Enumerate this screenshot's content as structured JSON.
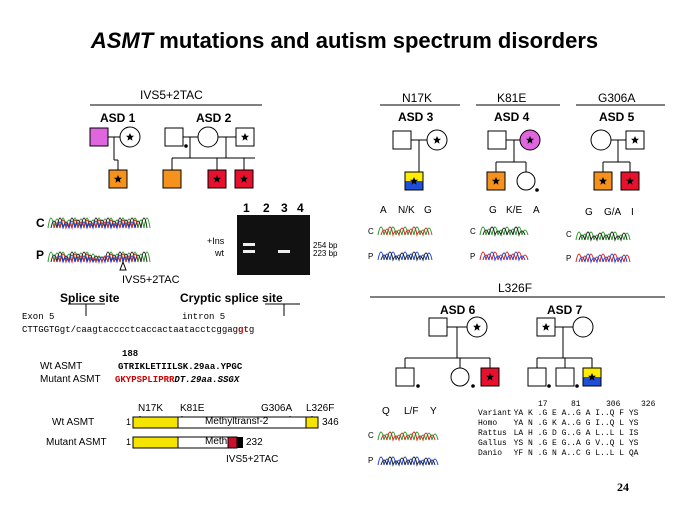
{
  "slide": {
    "title_gene": "ASMT",
    "title_rest": " mutations and autism spectrum disorders",
    "page_number": "24"
  },
  "left_panel": {
    "mutation": "IVS5+2TAC",
    "families": [
      {
        "name": "ASD 1"
      },
      {
        "name": "ASD 2"
      }
    ],
    "trace_labels": [
      "C",
      "P"
    ],
    "gel_lanes": [
      "1",
      "2",
      "3",
      "4"
    ],
    "gel_left_labels": [
      "+Ins",
      "wt"
    ],
    "gel_right_labels": [
      "254 bp",
      "223 bp"
    ],
    "trace_mutation_label": "IVS5+2TAC",
    "splice_site": "Splice site",
    "cryptic_splice_site": "Cryptic splice site",
    "exon_label": "Exon 5",
    "intron_label": "intron 5",
    "seq_part1": "CTTGGTGgt",
    "seq_part2": "/caagtacccctcaccactaatacctcggag",
    "seq_part3": "gt",
    "seq_part4": "g",
    "protein_position": "188",
    "wt_label": "Wt ASMT",
    "wt_seq": "GTRIKLETIILSK.29aa.YPGC",
    "mut_label": "Mutant ASMT",
    "mut_seq_red": "GKYPSPLIPRR",
    "mut_seq_italic": "DT.29aa.SSGX",
    "domain_labels": [
      "N17K",
      "K81E",
      "G306A",
      "L326F"
    ],
    "wt_protein_label": "Wt ASMT",
    "mut_protein_label": "Mutant ASMT",
    "domain_name": "Methyltransf-2",
    "domain_name_short": "Meth",
    "protein_start": "1",
    "wt_length": "346",
    "mut_length": "232",
    "protein_mutation_label": "IVS5+2TAC"
  },
  "right_panel": {
    "top_families": [
      {
        "mutation": "N17K",
        "name": "ASD 3",
        "trace": [
          "A",
          "N/K",
          "G"
        ]
      },
      {
        "mutation": "K81E",
        "name": "ASD 4",
        "trace": [
          "G",
          "K/E",
          "A"
        ]
      },
      {
        "mutation": "G306A",
        "name": "ASD 5",
        "trace": [
          "G",
          "G/A",
          "I"
        ]
      }
    ],
    "bottom_mutation": "L326F",
    "bottom_families": [
      {
        "name": "ASD 6"
      },
      {
        "name": "ASD 7"
      }
    ],
    "bottom_trace": [
      "Q",
      "L/F",
      "Y"
    ],
    "alignment": {
      "positions": [
        "17",
        "81",
        "306",
        "326"
      ],
      "rows": [
        {
          "species": "Variant",
          "seq": "YA K .G E A..G A I..Q F YS"
        },
        {
          "species": "Homo",
          "seq": "YA N .G K A..G G I..Q L YS"
        },
        {
          "species": "Rattus",
          "seq": "LA H .G D G..G A L..L L IS"
        },
        {
          "species": "Gallus",
          "seq": "YS N .G E G..A G V..Q L YS"
        },
        {
          "species": "Danio",
          "seq": "YF N .G N A..C G L..L L QA"
        }
      ]
    }
  },
  "colors": {
    "orange": "#f5921e",
    "red": "#e8112d",
    "magenta": "#e066e0",
    "yellow": "#ffee00",
    "blue": "#1f4fd6",
    "domain_yellow": "#f5e400"
  }
}
